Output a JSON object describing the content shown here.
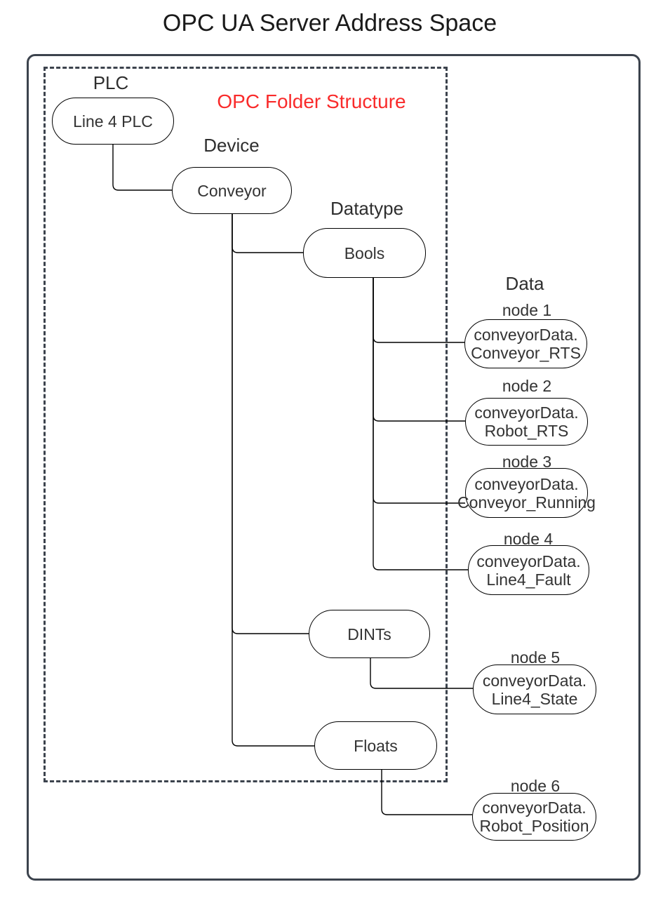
{
  "title": "OPC UA Server Address Space",
  "diagram": {
    "folder_structure_label": "OPC Folder Structure",
    "columns": {
      "plc": "PLC",
      "device": "Device",
      "datatype": "Datatype",
      "data": "Data"
    },
    "plc_node": {
      "label": "Line 4 PLC"
    },
    "device_node": {
      "label": "Conveyor"
    },
    "datatype_nodes": [
      {
        "label": "Bools"
      },
      {
        "label": "DINTs"
      },
      {
        "label": "Floats"
      }
    ],
    "data_nodes": [
      {
        "id": "node 1",
        "line1": "conveyorData.",
        "line2": "Conveyor_RTS"
      },
      {
        "id": "node 2",
        "line1": "conveyorData.",
        "line2": "Robot_RTS"
      },
      {
        "id": "node 3",
        "line1": "conveyorData.",
        "line2": "Conveyor_Running"
      },
      {
        "id": "node 4",
        "line1": "conveyorData.",
        "line2": "Line4_Fault"
      },
      {
        "id": "node 5",
        "line1": "conveyorData.",
        "line2": "Line4_State"
      },
      {
        "id": "node 6",
        "line1": "conveyorData.",
        "line2": "Robot_Position"
      }
    ],
    "colors": {
      "accent_red": "#f92b2b",
      "border_dark": "#3c434d",
      "node_stroke": "#000000"
    }
  }
}
